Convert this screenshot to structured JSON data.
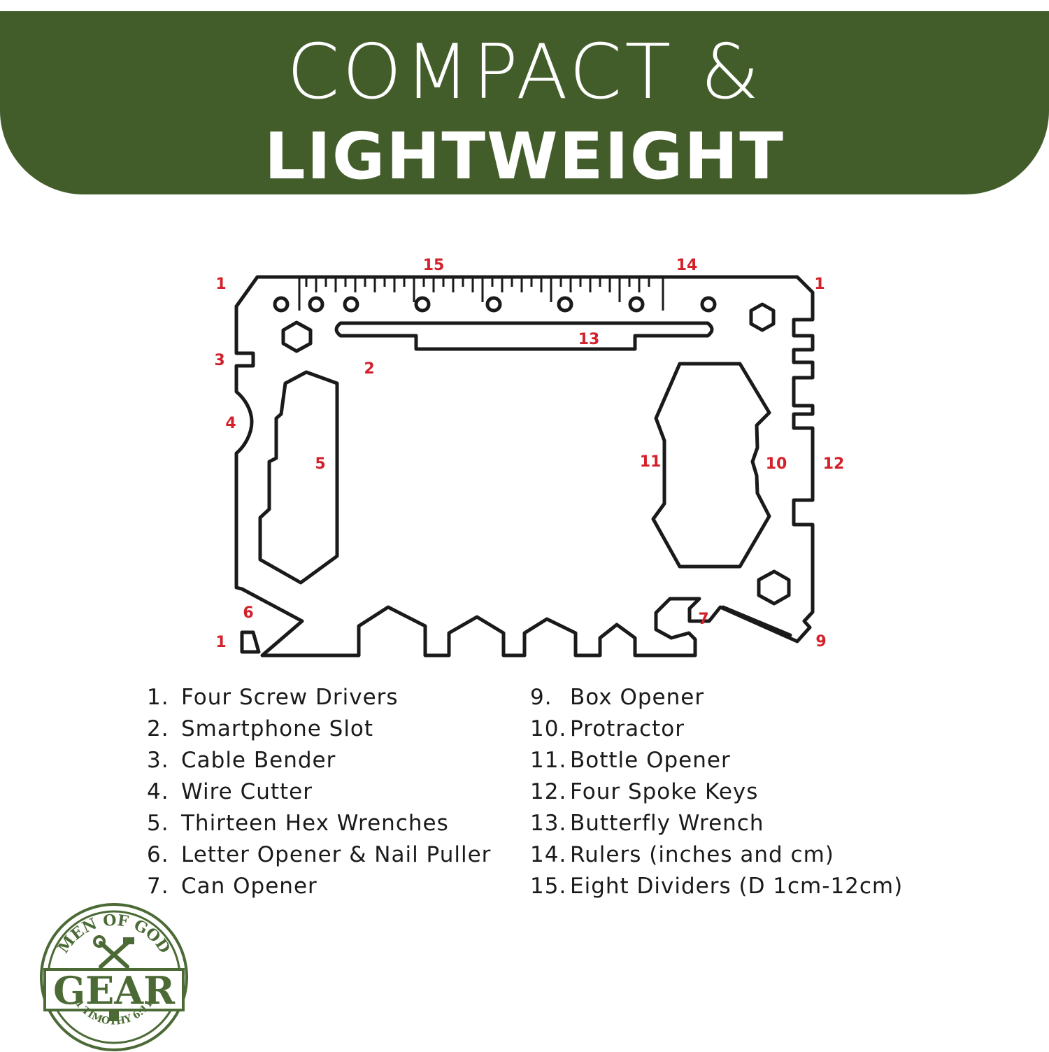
{
  "colors": {
    "banner": "#425d2a",
    "outline": "#1a1a1a",
    "callout": "#d3202a",
    "logo": "#4b6a35"
  },
  "header": {
    "line1": "COMPACT &",
    "line2": "LIGHTWEIGHT"
  },
  "callouts": {
    "c1_tl": "1",
    "c1_tr": "1",
    "c1_bl": "1",
    "c2": "2",
    "c3": "3",
    "c4": "4",
    "c5": "5",
    "c6": "6",
    "c7": "7",
    "c9": "9",
    "c10": "10",
    "c11": "11",
    "c12": "12",
    "c13": "13",
    "c14": "14",
    "c15": "15"
  },
  "legend": {
    "left": [
      {
        "num": "1.",
        "label": "Four Screw Drivers"
      },
      {
        "num": "2.",
        "label": "Smartphone Slot"
      },
      {
        "num": "3.",
        "label": "Cable Bender"
      },
      {
        "num": "4.",
        "label": "Wire Cutter"
      },
      {
        "num": "5.",
        "label": "Thirteen Hex Wrenches"
      },
      {
        "num": "6.",
        "label": "Letter Opener & Nail Puller"
      },
      {
        "num": "7.",
        "label": "Can Opener"
      }
    ],
    "right": [
      {
        "num": "9.",
        "label": "Box Opener"
      },
      {
        "num": "10.",
        "label": "Protractor"
      },
      {
        "num": "11.",
        "label": "Bottle Opener"
      },
      {
        "num": "12.",
        "label": "Four Spoke Keys"
      },
      {
        "num": "13.",
        "label": "Butterfly Wrench"
      },
      {
        "num": "14.",
        "label": "Rulers (inches and cm)"
      },
      {
        "num": "15.",
        "label": "Eight Dividers (D 1cm-12cm)"
      }
    ]
  },
  "logo": {
    "arc_top": "MEN OF GOD",
    "word": "GEAR",
    "arc_bottom": "1 TIMOTHY 6:11"
  }
}
